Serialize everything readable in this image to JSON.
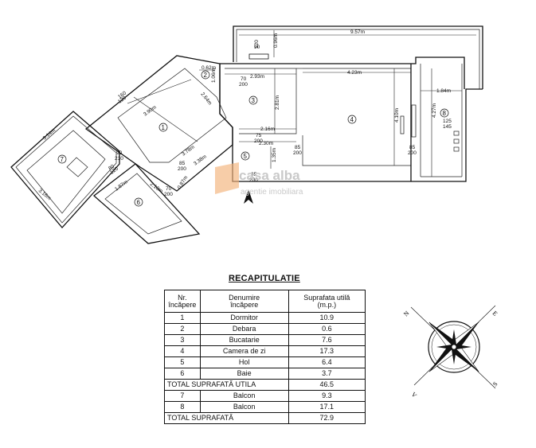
{
  "plan": {
    "rooms": [
      {
        "num": "1"
      },
      {
        "num": "2"
      },
      {
        "num": "3"
      },
      {
        "num": "4"
      },
      {
        "num": "5"
      },
      {
        "num": "6"
      },
      {
        "num": "7"
      },
      {
        "num": "8"
      }
    ],
    "dimensions": {
      "top_balcony": "9.57m",
      "top_opening": "0.96m",
      "d062": "0.62m",
      "d293": "2.93m",
      "d423": "4.23m",
      "d184": "1.84m",
      "d281": "2.81m",
      "d410": "4.10m",
      "d427": "4.27m",
      "d216": "2.16m",
      "d230": "2.30m",
      "d135": "1.35m",
      "d390": "3.90m",
      "d378": "3.78m",
      "d338": "3.38m",
      "d264": "2.64m",
      "d314": "3.14m",
      "d316": "3.16m",
      "d187": "1.87m",
      "d210": "2.10m",
      "d087": "0.87m",
      "d106": "1.06m"
    },
    "openings": {
      "o90_120": [
        "90",
        "120"
      ],
      "o70_200": [
        "70",
        "200"
      ],
      "o75_200": [
        "75",
        "200"
      ],
      "o85_200a": [
        "85",
        "200"
      ],
      "o85_200b": [
        "85",
        "200"
      ],
      "o85_200c": [
        "85",
        "200"
      ],
      "o85_200d": [
        "85",
        "200"
      ],
      "o125_145": [
        "125",
        "145"
      ],
      "o90_210": [
        "90",
        "210"
      ],
      "o70_200b": [
        "70",
        "200"
      ],
      "o160_120": [
        "160",
        "120"
      ],
      "o80_120": [
        "80",
        "120"
      ]
    },
    "watermark": {
      "brand": "casa alba",
      "tagline": "agentie imobiliara"
    }
  },
  "recap": {
    "title": "RECAPITULATIE",
    "headers": {
      "nr": [
        "Nr.",
        "încăpere"
      ],
      "name": [
        "Denumire",
        "încăpere"
      ],
      "area": [
        "Suprafata utilă",
        "(m.p.)"
      ]
    },
    "rows": [
      {
        "nr": "1",
        "name": "Dormitor",
        "area": "10.9"
      },
      {
        "nr": "2",
        "name": "Debara",
        "area": "0.6"
      },
      {
        "nr": "3",
        "name": "Bucatarie",
        "area": "7.6"
      },
      {
        "nr": "4",
        "name": "Camera de zi",
        "area": "17.3"
      },
      {
        "nr": "5",
        "name": "Hol",
        "area": "6.4"
      },
      {
        "nr": "6",
        "name": "Baie",
        "area": "3.7"
      }
    ],
    "total_util": {
      "label": "TOTAL SUPRAFATĂ UTILA",
      "area": "46.5"
    },
    "balconies": [
      {
        "nr": "7",
        "name": "Balcon",
        "area": "9.3"
      },
      {
        "nr": "8",
        "name": "Balcon",
        "area": "17.1"
      }
    ],
    "total": {
      "label": "TOTAL SUPRAFATĂ",
      "area": "72.9"
    }
  },
  "compass": {
    "n": "N",
    "s": "S",
    "e": "E",
    "v": "V"
  }
}
